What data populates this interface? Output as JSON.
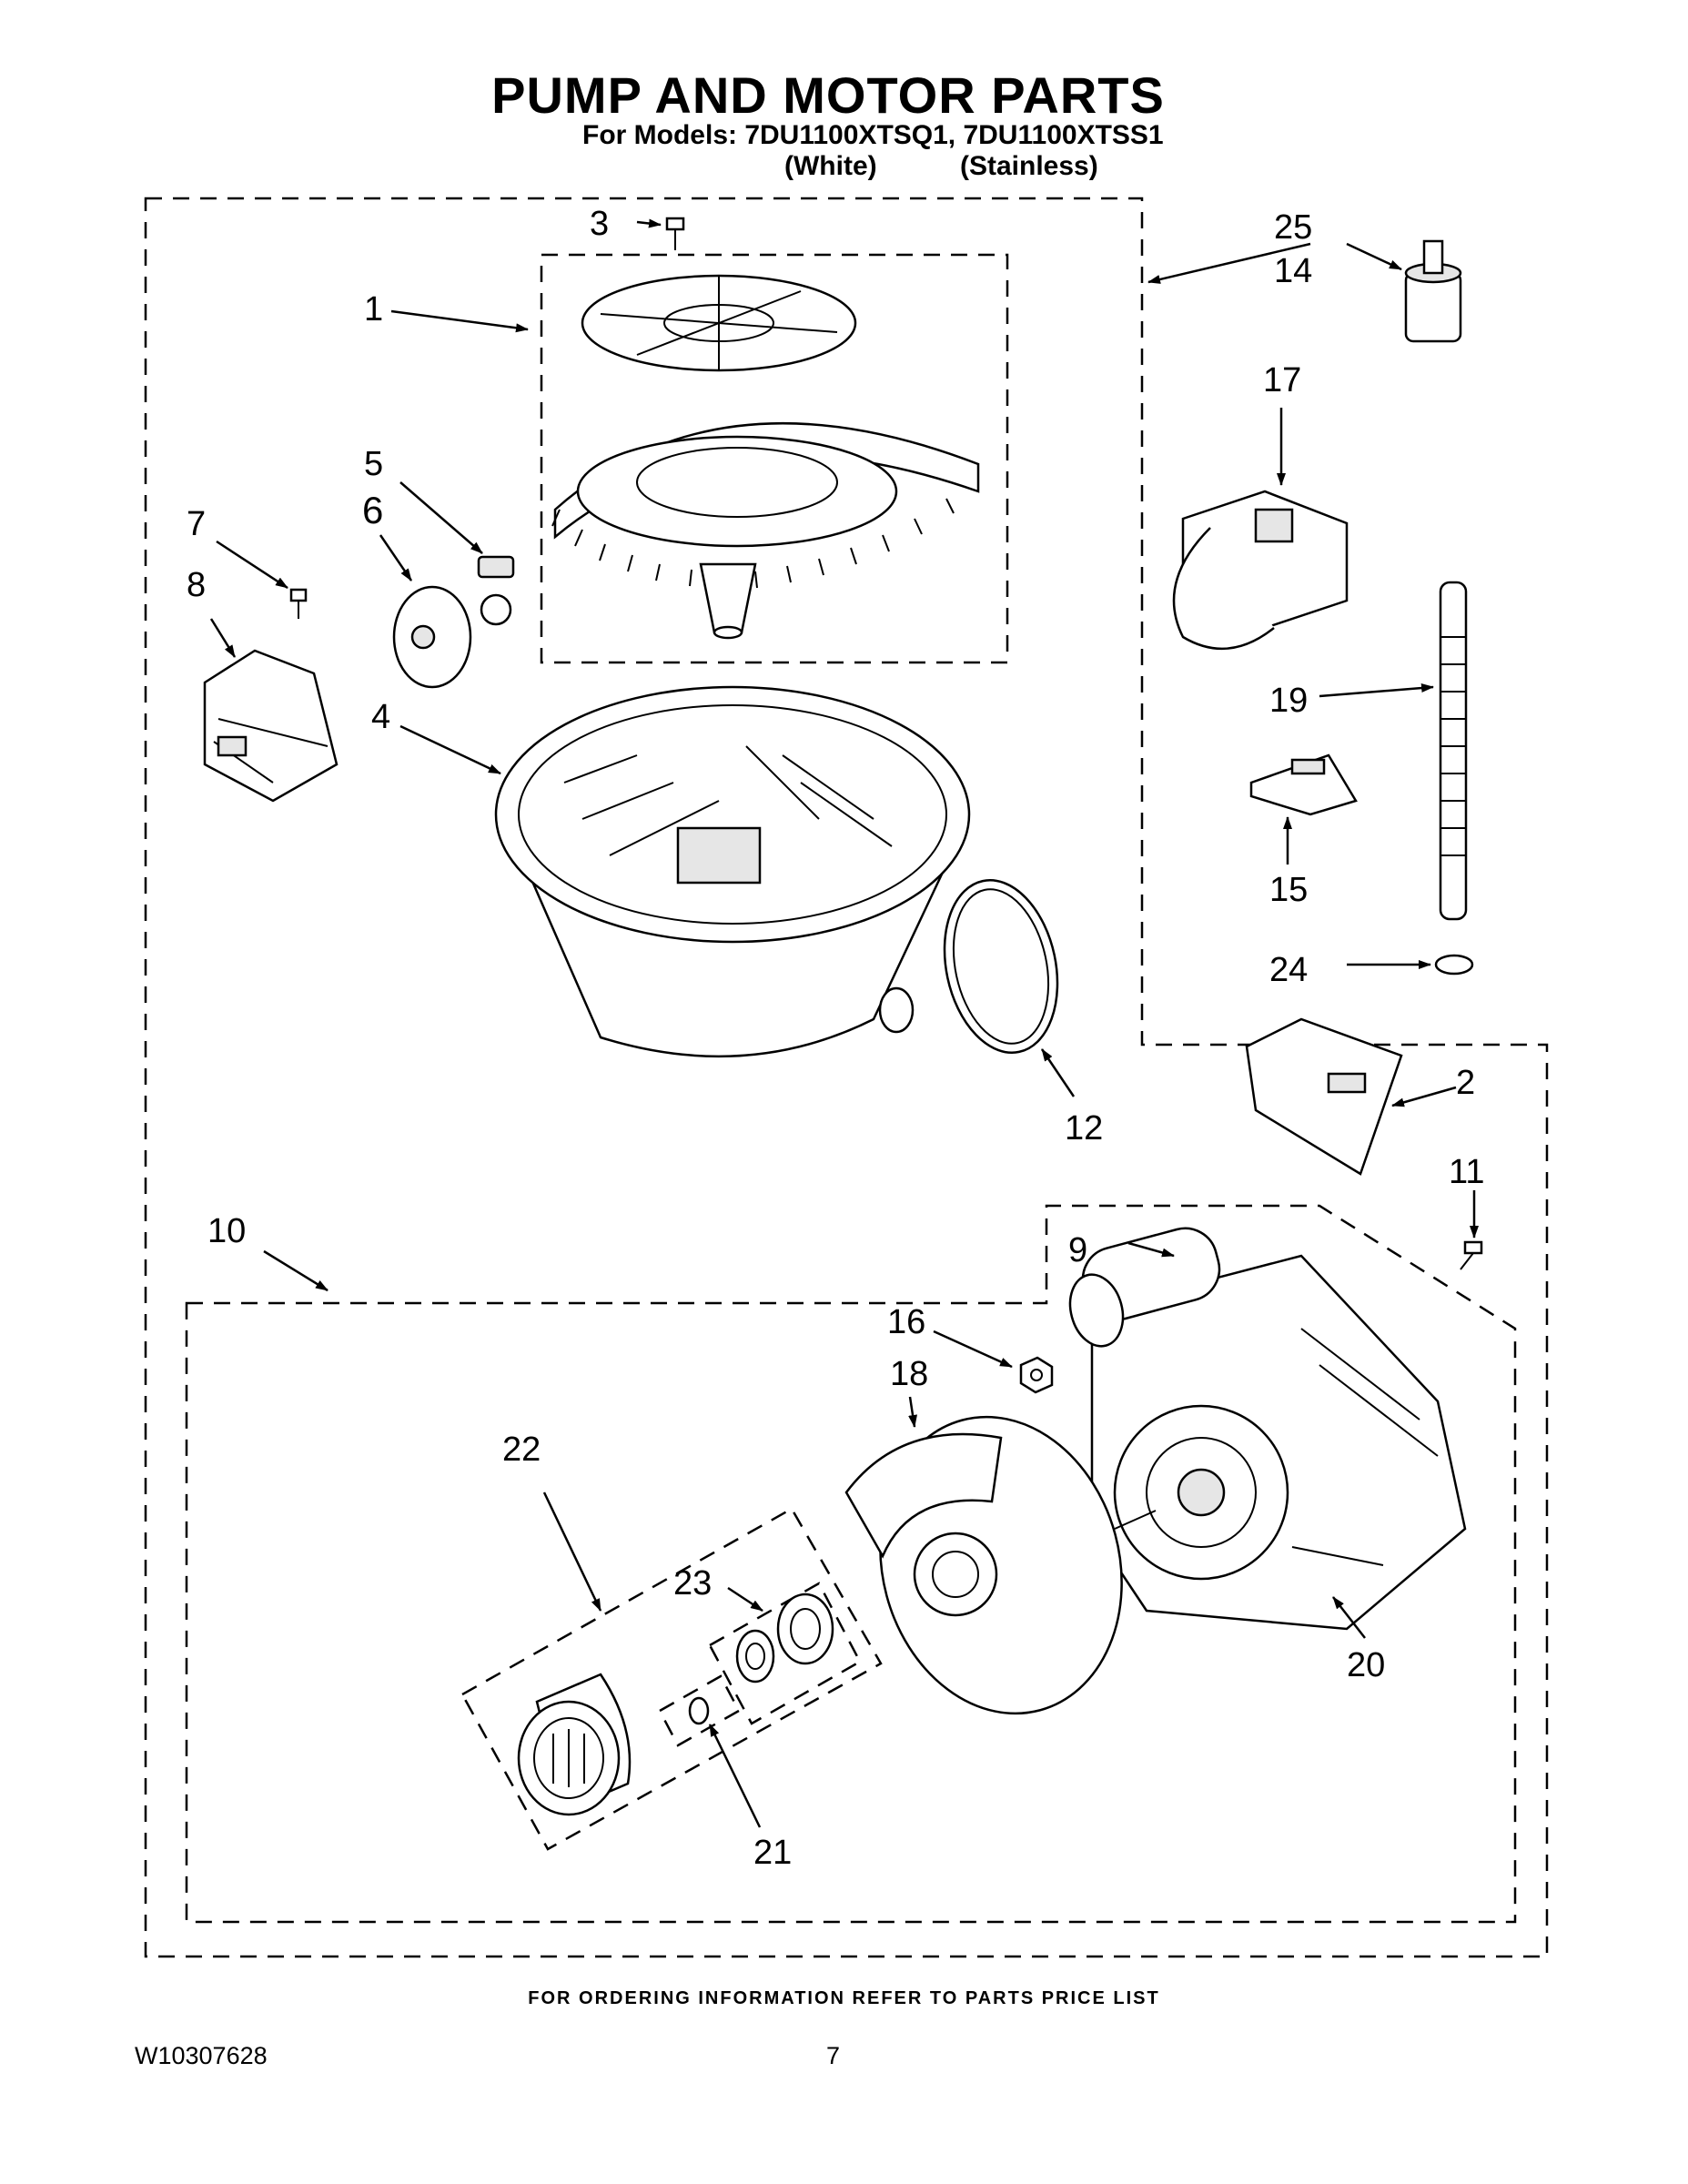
{
  "header": {
    "title": "PUMP AND MOTOR PARTS",
    "models_line": "For Models: 7DU1100XTSQ1, 7DU1100XTSS1",
    "variant_white": "(White)",
    "variant_stainless": "(Stainless)"
  },
  "callouts": {
    "c1": "1",
    "c2": "2",
    "c3": "3",
    "c4": "4",
    "c5": "5",
    "c6": "6",
    "c7": "7",
    "c8": "8",
    "c9": "9",
    "c10": "10",
    "c11": "11",
    "c12": "12",
    "c14": "14",
    "c15": "15",
    "c16": "16",
    "c17": "17",
    "c18": "18",
    "c19": "19",
    "c20": "20",
    "c21": "21",
    "c22": "22",
    "c23": "23",
    "c24": "24",
    "c25": "25"
  },
  "footer": {
    "ordering_note": "FOR ORDERING INFORMATION REFER TO PARTS PRICE LIST",
    "doc_id": "W10307628",
    "page": "7"
  }
}
